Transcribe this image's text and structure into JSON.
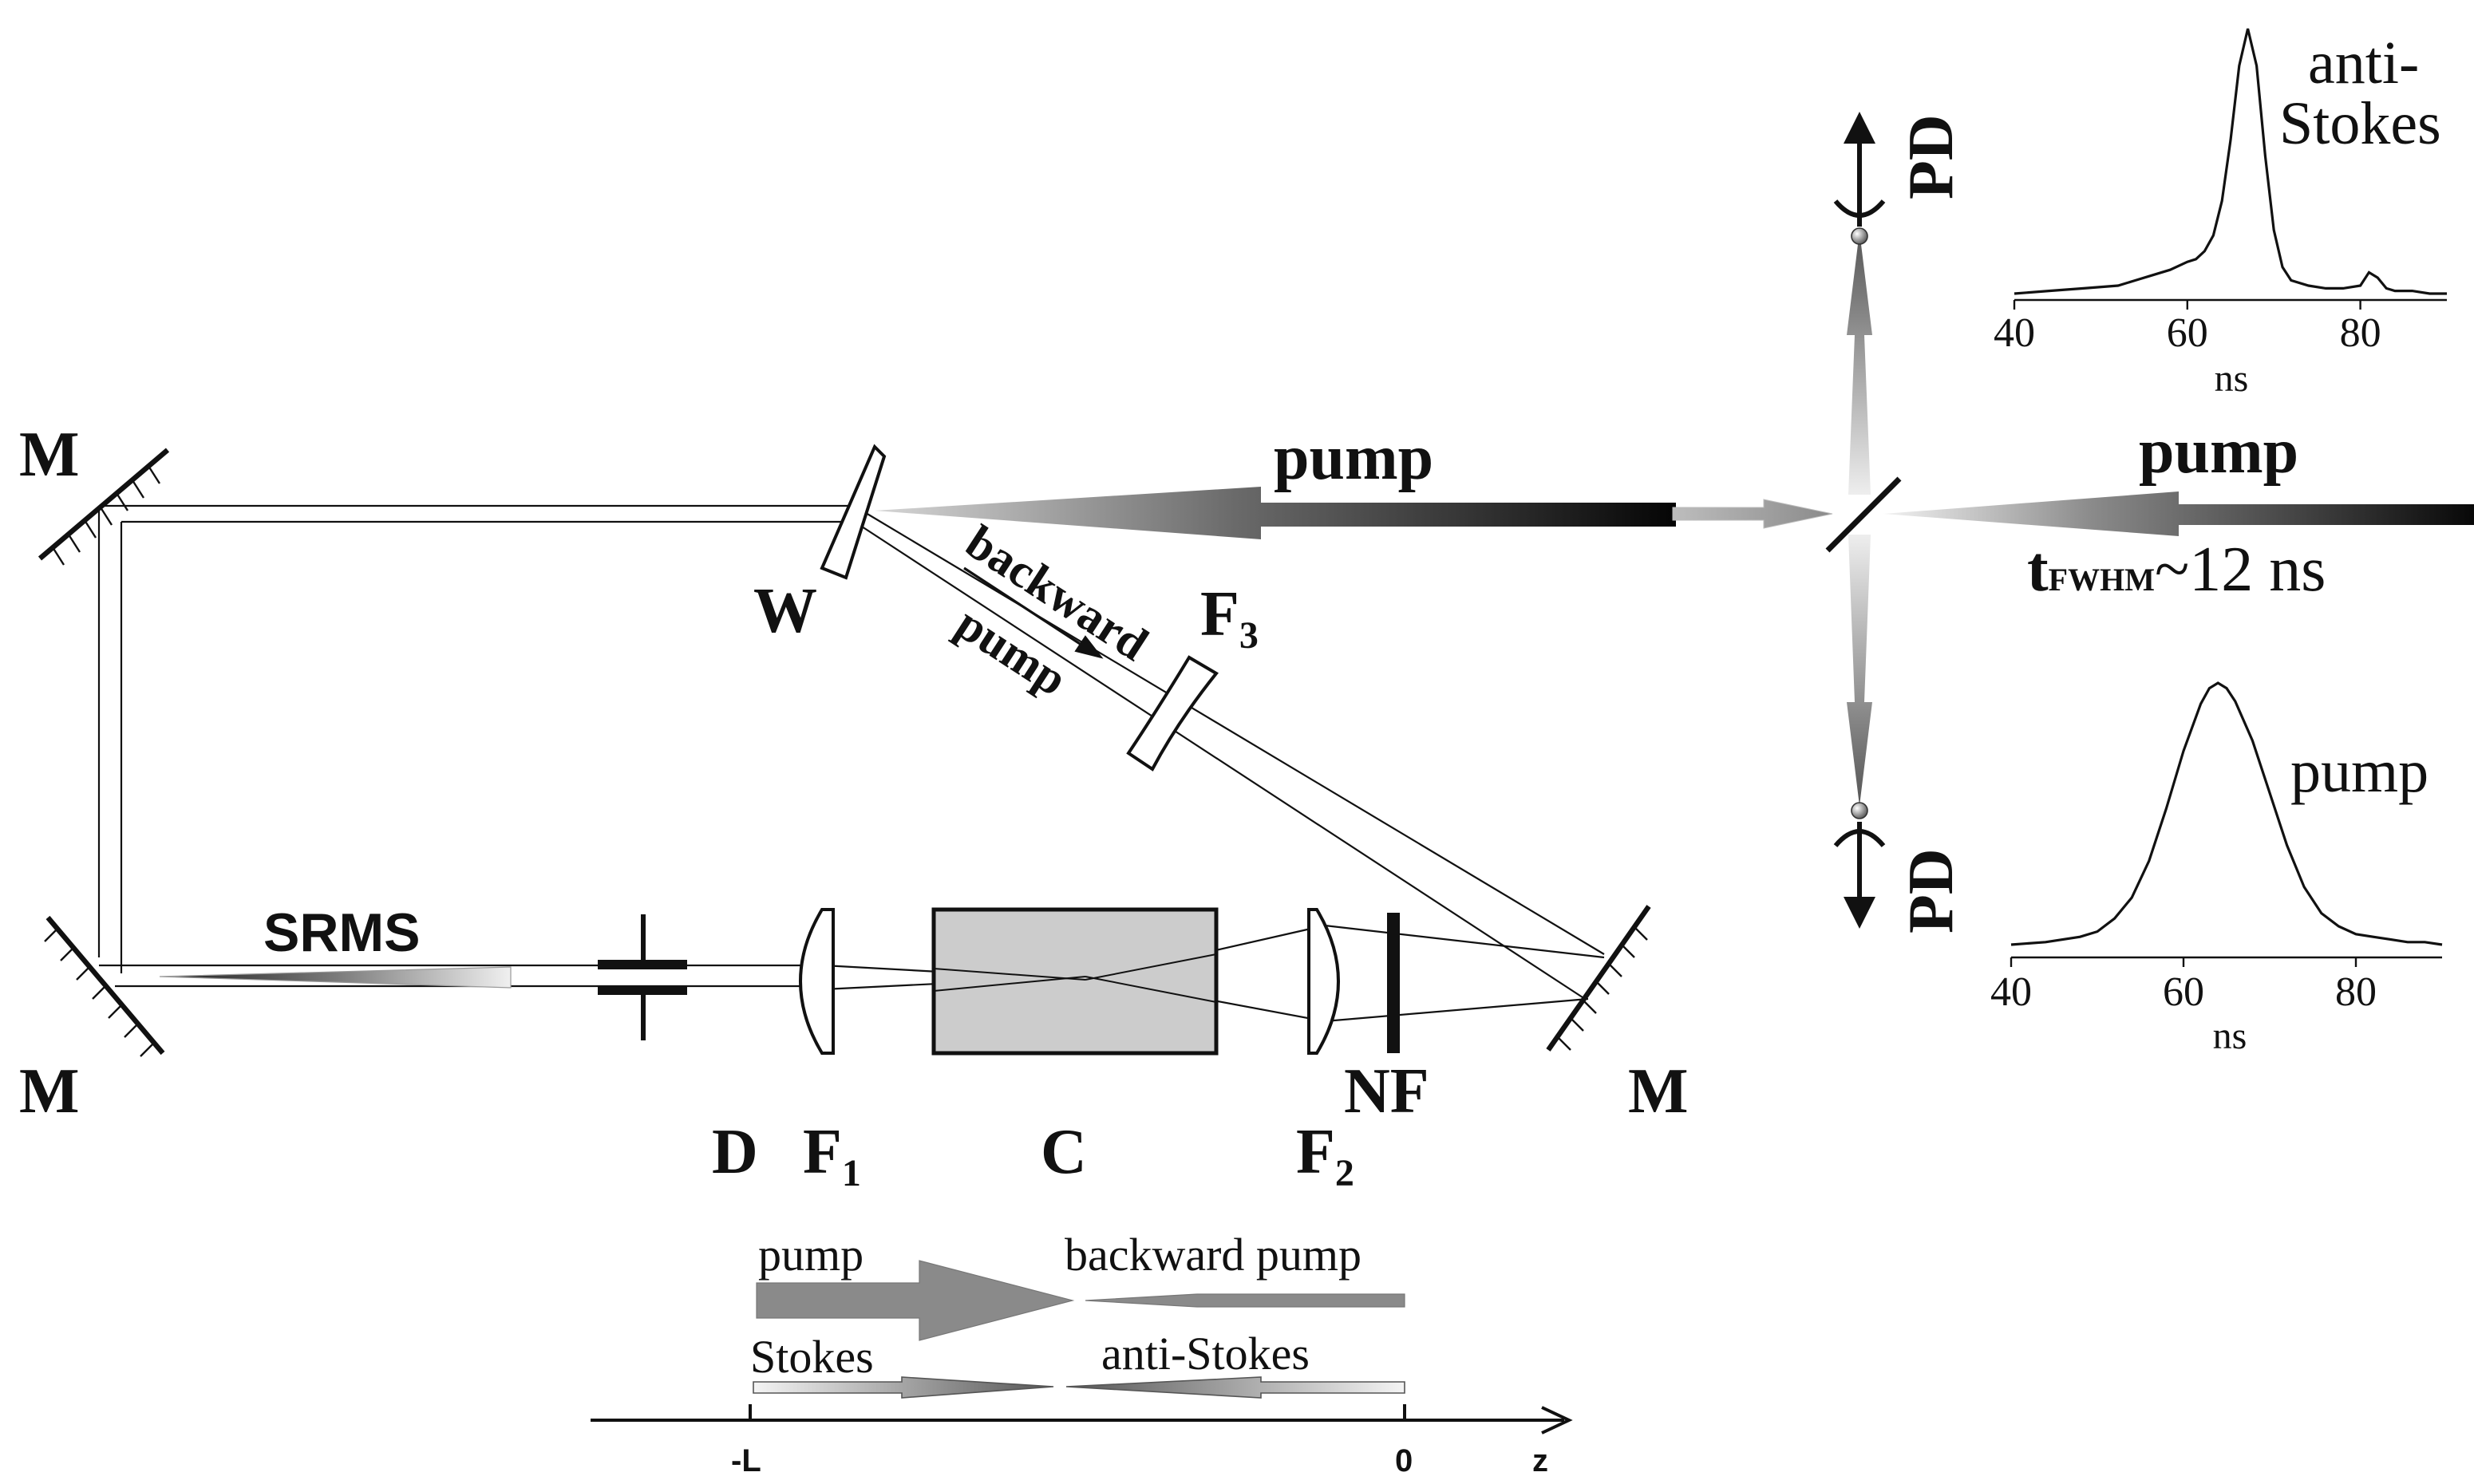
{
  "labels": {
    "mirror": "M",
    "wedge": "W",
    "aperture": "D",
    "lens1_main": "F",
    "lens1_sub": "1",
    "lens2_main": "F",
    "lens2_sub": "2",
    "lens3_main": "F",
    "lens3_sub": "3",
    "cell": "C",
    "notch_filter": "NF",
    "photodiode": "PD",
    "srms": "SRMS",
    "pump_beam": "pump",
    "backward_pump_line1": "backward",
    "backward_pump_line2": "pump",
    "pulse_width_t": "t",
    "pulse_width_sub": "FWHM",
    "pulse_width_value": "~12 ns"
  },
  "inset_scheme": {
    "pump": "pump",
    "backward_pump": "backward pump",
    "stokes": "Stokes",
    "anti_stokes": "anti-Stokes",
    "axis_start": "-L",
    "axis_end": "0",
    "axis_label": "z"
  },
  "chart_data": [
    {
      "type": "line",
      "title": "anti-Stokes",
      "title_line1": "anti-",
      "title_line2": "Stokes",
      "xlabel": "ns",
      "ylabel": "",
      "xlim": [
        40,
        90
      ],
      "ylim": [
        0,
        1
      ],
      "xticks": [
        "40",
        "60",
        "80"
      ],
      "series": [
        {
          "name": "anti-Stokes",
          "x": [
            40,
            44,
            48,
            52,
            54,
            56,
            58,
            60,
            61,
            62,
            63,
            64,
            65,
            66,
            67,
            68,
            69,
            70,
            71,
            72,
            74,
            76,
            78,
            80,
            81,
            82,
            83,
            84,
            86,
            88,
            90
          ],
          "y": [
            0.0,
            0.01,
            0.02,
            0.03,
            0.05,
            0.07,
            0.09,
            0.12,
            0.13,
            0.16,
            0.22,
            0.35,
            0.58,
            0.86,
            1.0,
            0.86,
            0.52,
            0.24,
            0.1,
            0.05,
            0.03,
            0.02,
            0.02,
            0.03,
            0.08,
            0.06,
            0.02,
            0.01,
            0.01,
            0.0,
            0.0
          ]
        }
      ]
    },
    {
      "type": "line",
      "title": "pump",
      "xlabel": "ns",
      "ylabel": "",
      "xlim": [
        40,
        90
      ],
      "ylim": [
        0,
        1
      ],
      "xticks": [
        "40",
        "60",
        "80"
      ],
      "series": [
        {
          "name": "pump",
          "x": [
            40,
            44,
            48,
            50,
            52,
            54,
            56,
            58,
            60,
            62,
            63,
            64,
            65,
            66,
            68,
            70,
            72,
            74,
            76,
            78,
            80,
            82,
            84,
            86,
            88,
            90
          ],
          "y": [
            0.0,
            0.01,
            0.03,
            0.05,
            0.1,
            0.18,
            0.32,
            0.52,
            0.74,
            0.92,
            0.98,
            1.0,
            0.98,
            0.93,
            0.78,
            0.58,
            0.38,
            0.22,
            0.12,
            0.07,
            0.04,
            0.03,
            0.02,
            0.01,
            0.01,
            0.0
          ]
        }
      ]
    }
  ]
}
